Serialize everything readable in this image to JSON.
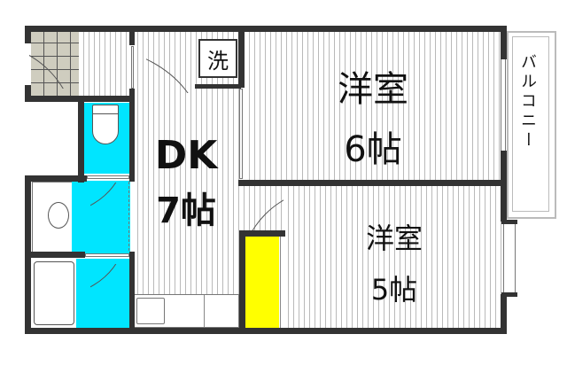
{
  "floorplan": {
    "rooms": [
      {
        "id": "western-room-6",
        "name": "洋室",
        "size": "6帖"
      },
      {
        "id": "western-room-5",
        "name": "洋室",
        "size": "5帖"
      },
      {
        "id": "dining-kitchen",
        "name": "DK",
        "size": "7帖"
      },
      {
        "id": "entrance",
        "name": "",
        "size": ""
      },
      {
        "id": "toilet",
        "name": "",
        "size": ""
      },
      {
        "id": "washroom",
        "name": "",
        "size": ""
      },
      {
        "id": "bathroom",
        "name": "",
        "size": ""
      },
      {
        "id": "closet",
        "name": "",
        "size": ""
      }
    ],
    "washer_label": "洗",
    "balcony_label": "バルコニー",
    "colors": {
      "wall": "#333333",
      "wet_area": "#00e5ff",
      "closet": "#ffff00",
      "entrance_tile": "#cfcdbf",
      "floor_line": "#b9b9b9"
    }
  }
}
